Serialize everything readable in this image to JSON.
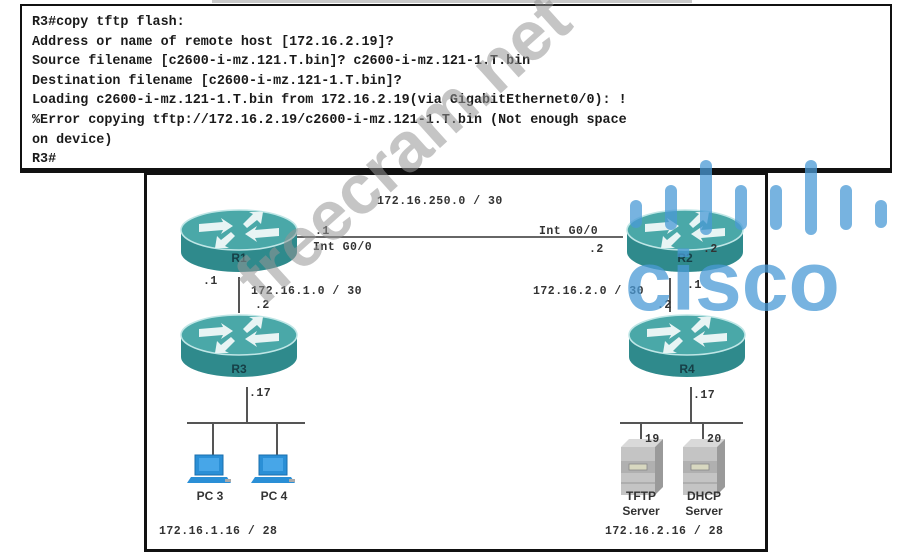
{
  "terminal": {
    "lines": [
      "R3#copy tftp flash:",
      "Address or name of remote host [172.16.2.19]?",
      "Source filename [c2600-i-mz.121.T.bin]? c2600-i-mz.121-1.T.bin",
      "Destination filename [c2600-i-mz.121-1.T.bin]?",
      "Loading c2600-i-mz.121-1.T.bin from 172.16.2.19(via GigabitEthernet0/0): !",
      "%Error copying tftp://172.16.2.19/c2600-i-mz.121-1.T.bin (Not enough space",
      "on device)",
      "R3#"
    ]
  },
  "topology": {
    "routers": {
      "r1": "R1",
      "r2": "R2",
      "r3": "R3",
      "r4": "R4"
    },
    "links": {
      "r1_r2": {
        "network": "172.16.250.0 / 30",
        "r1_addr": ".1",
        "r1_intf": "Int G0/0",
        "r2_addr": ".2",
        "r2_intf": "Int G0/0"
      },
      "r1_r3": {
        "network": "172.16.1.0 / 30",
        "r1_addr": ".1",
        "r3_addr": ".2"
      },
      "r2_r4": {
        "network": "172.16.2.0 / 30",
        "r2_addr": ".1",
        "r4_addr": ".2"
      }
    },
    "r2_extra_addr": ".2",
    "lan_left": {
      "gateway_addr": ".17",
      "network": "172.16.1.16 / 28",
      "hosts": [
        "PC 3",
        "PC 4"
      ]
    },
    "lan_right": {
      "gateway_addr": ".17",
      "network": "172.16.2.16 / 28",
      "servers": [
        {
          "addr": "19",
          "line1": "TFTP",
          "line2": "Server"
        },
        {
          "addr": "20",
          "line1": "DHCP",
          "line2": "Server"
        }
      ]
    }
  },
  "watermarks": {
    "site": "freecram.net",
    "brand": "cisco"
  },
  "colors": {
    "router": "#3a9a9a",
    "router_top": "#4fb3b3",
    "pc": "#2a8fd6",
    "cisco_blue": "#4a9ad6"
  }
}
